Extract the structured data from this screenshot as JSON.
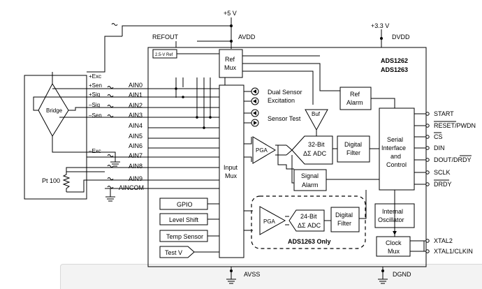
{
  "power": {
    "supply_5v": "+5 V",
    "supply_3v3": "+3.3 V",
    "avdd": "AVDD",
    "dvdd": "DVDD",
    "avss": "AVSS",
    "dgnd": "DGND",
    "refout": "REFOUT"
  },
  "chip": {
    "part1": "ADS1262",
    "part2": "ADS1263",
    "ads1263_only": "ADS1263 Only"
  },
  "blocks": {
    "ref_25": "2.5-V Ref",
    "ref_mux": [
      "Ref",
      "Mux"
    ],
    "ref_alarm": [
      "Ref",
      "Alarm"
    ],
    "buf": "Buf",
    "input_mux": [
      "Input",
      "Mux"
    ],
    "pga": "PGA",
    "adc32": [
      "32-Bit",
      "ΔΣ ADC"
    ],
    "digital_filter": [
      "Digital",
      "Filter"
    ],
    "signal_alarm": [
      "Signal",
      "Alarm"
    ],
    "serial_interface": [
      "Serial",
      "Interface",
      "and",
      "Control"
    ],
    "pga2": "PGA",
    "adc24": [
      "24-Bit",
      "ΔΣ ADC"
    ],
    "digital_filter2": [
      "Digital",
      "Filter"
    ],
    "internal_osc": [
      "Internal",
      "Oscillator"
    ],
    "clock_mux": [
      "Clock",
      "Mux"
    ],
    "gpio": "GPIO",
    "level_shift": "Level Shift",
    "temp_sensor": "Temp Sensor",
    "test_v": "Test V",
    "dual_sensor": [
      "Dual Sensor",
      "Excitation"
    ],
    "sensor_test": "Sensor Test"
  },
  "inputs": [
    "AIN0",
    "AIN1",
    "AIN2",
    "AIN3",
    "AIN4",
    "AIN5",
    "AIN6",
    "AIN7",
    "AIN8",
    "AIN9",
    "AINCOM"
  ],
  "pins": [
    "START",
    "RESET/PWDN",
    "CS",
    "DIN",
    "DOUT/DRDY",
    "SCLK",
    "DRDY",
    "XTAL2",
    "XTAL1/CLKIN"
  ],
  "external": {
    "bridge": "Bridge",
    "plus_exc": "+Exc",
    "plus_sen": "+Sen",
    "plus_sig": "+Sig",
    "minus_sig": "–Sig",
    "minus_sen": "–Sen",
    "minus_exc": "–Exc",
    "pt100": "Pt 100"
  }
}
